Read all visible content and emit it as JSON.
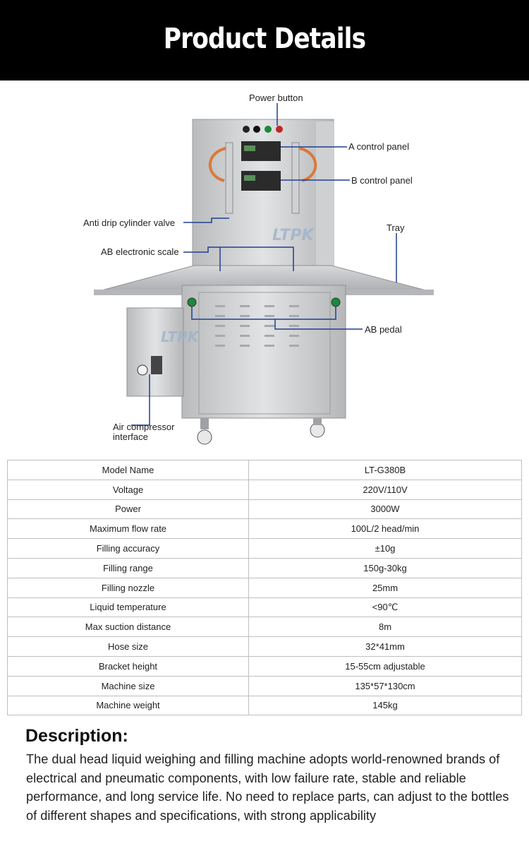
{
  "header": {
    "title": "Product Details"
  },
  "diagram": {
    "watermark": "LTPK",
    "callouts": {
      "power_button": "Power button",
      "a_control_panel": "A control panel",
      "b_control_panel": "B control panel",
      "anti_drip": "Anti drip cylinder valve",
      "tray": "Tray",
      "ab_scale": "AB electronic scale",
      "ab_pedal": "AB pedal",
      "air_compressor_1": "Air compressor",
      "air_compressor_2": "interface"
    }
  },
  "specs": [
    {
      "key": "Model Name",
      "value": "LT-G380B"
    },
    {
      "key": "Voltage",
      "value": "220V/110V"
    },
    {
      "key": "Power",
      "value": "3000W"
    },
    {
      "key": "Maximum flow rate",
      "value": "100L/2 head/min"
    },
    {
      "key": "Filling accuracy",
      "value": "±10g"
    },
    {
      "key": "Filling range",
      "value": "150g-30kg"
    },
    {
      "key": "Filling nozzle",
      "value": "25mm"
    },
    {
      "key": "Liquid temperature",
      "value": "<90℃"
    },
    {
      "key": "Max suction distance",
      "value": "8m"
    },
    {
      "key": "Hose size",
      "value": "32*41mm"
    },
    {
      "key": "Bracket height",
      "value": "15-55cm adjustable"
    },
    {
      "key": "Machine size",
      "value": "135*57*130cm"
    },
    {
      "key": "Machine weight",
      "value": "145kg"
    }
  ],
  "description": {
    "title": "Description:",
    "body": "The dual head liquid weighing and filling machine adopts world-renowned brands of electrical and pneumatic components, with low failure rate, stable and reliable performance, and long service life. No need to replace parts, can adjust to the bottles of different shapes and specifications, with strong applicability"
  },
  "colors": {
    "header_bg": "#000000",
    "callout_line": "#1f3f8f",
    "steel": "#c8cacc"
  }
}
